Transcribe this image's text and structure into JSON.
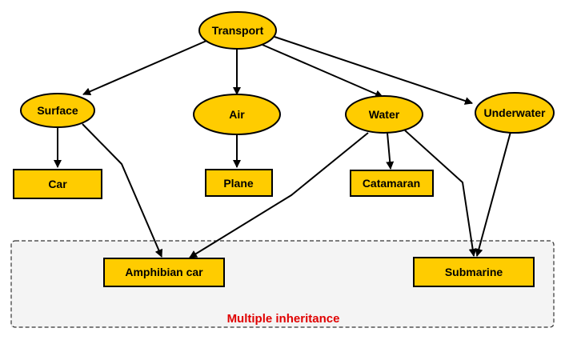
{
  "colors": {
    "node_fill": "#FFCC00",
    "node_stroke": "#000000",
    "edge": "#000000",
    "group_background": "#F4F4F4",
    "group_label": "#E00000"
  },
  "group": {
    "label": "Multiple inheritance"
  },
  "nodes": {
    "transport": {
      "label": "Transport",
      "shape": "ellipse"
    },
    "surface": {
      "label": "Surface",
      "shape": "ellipse"
    },
    "air": {
      "label": "Air",
      "shape": "ellipse"
    },
    "water": {
      "label": "Water",
      "shape": "ellipse"
    },
    "underwater": {
      "label": "Underwater",
      "shape": "ellipse"
    },
    "car": {
      "label": "Car",
      "shape": "rectangle"
    },
    "plane": {
      "label": "Plane",
      "shape": "rectangle"
    },
    "catamaran": {
      "label": "Catamaran",
      "shape": "rectangle"
    },
    "amphibian_car": {
      "label": "Amphibian car",
      "shape": "rectangle"
    },
    "submarine": {
      "label": "Submarine",
      "shape": "rectangle"
    }
  },
  "edges": [
    {
      "from": "transport",
      "to": "surface"
    },
    {
      "from": "transport",
      "to": "air"
    },
    {
      "from": "transport",
      "to": "water"
    },
    {
      "from": "transport",
      "to": "underwater"
    },
    {
      "from": "surface",
      "to": "car"
    },
    {
      "from": "surface",
      "to": "amphibian_car"
    },
    {
      "from": "air",
      "to": "plane"
    },
    {
      "from": "water",
      "to": "catamaran"
    },
    {
      "from": "water",
      "to": "amphibian_car"
    },
    {
      "from": "water",
      "to": "submarine"
    },
    {
      "from": "underwater",
      "to": "submarine"
    }
  ]
}
